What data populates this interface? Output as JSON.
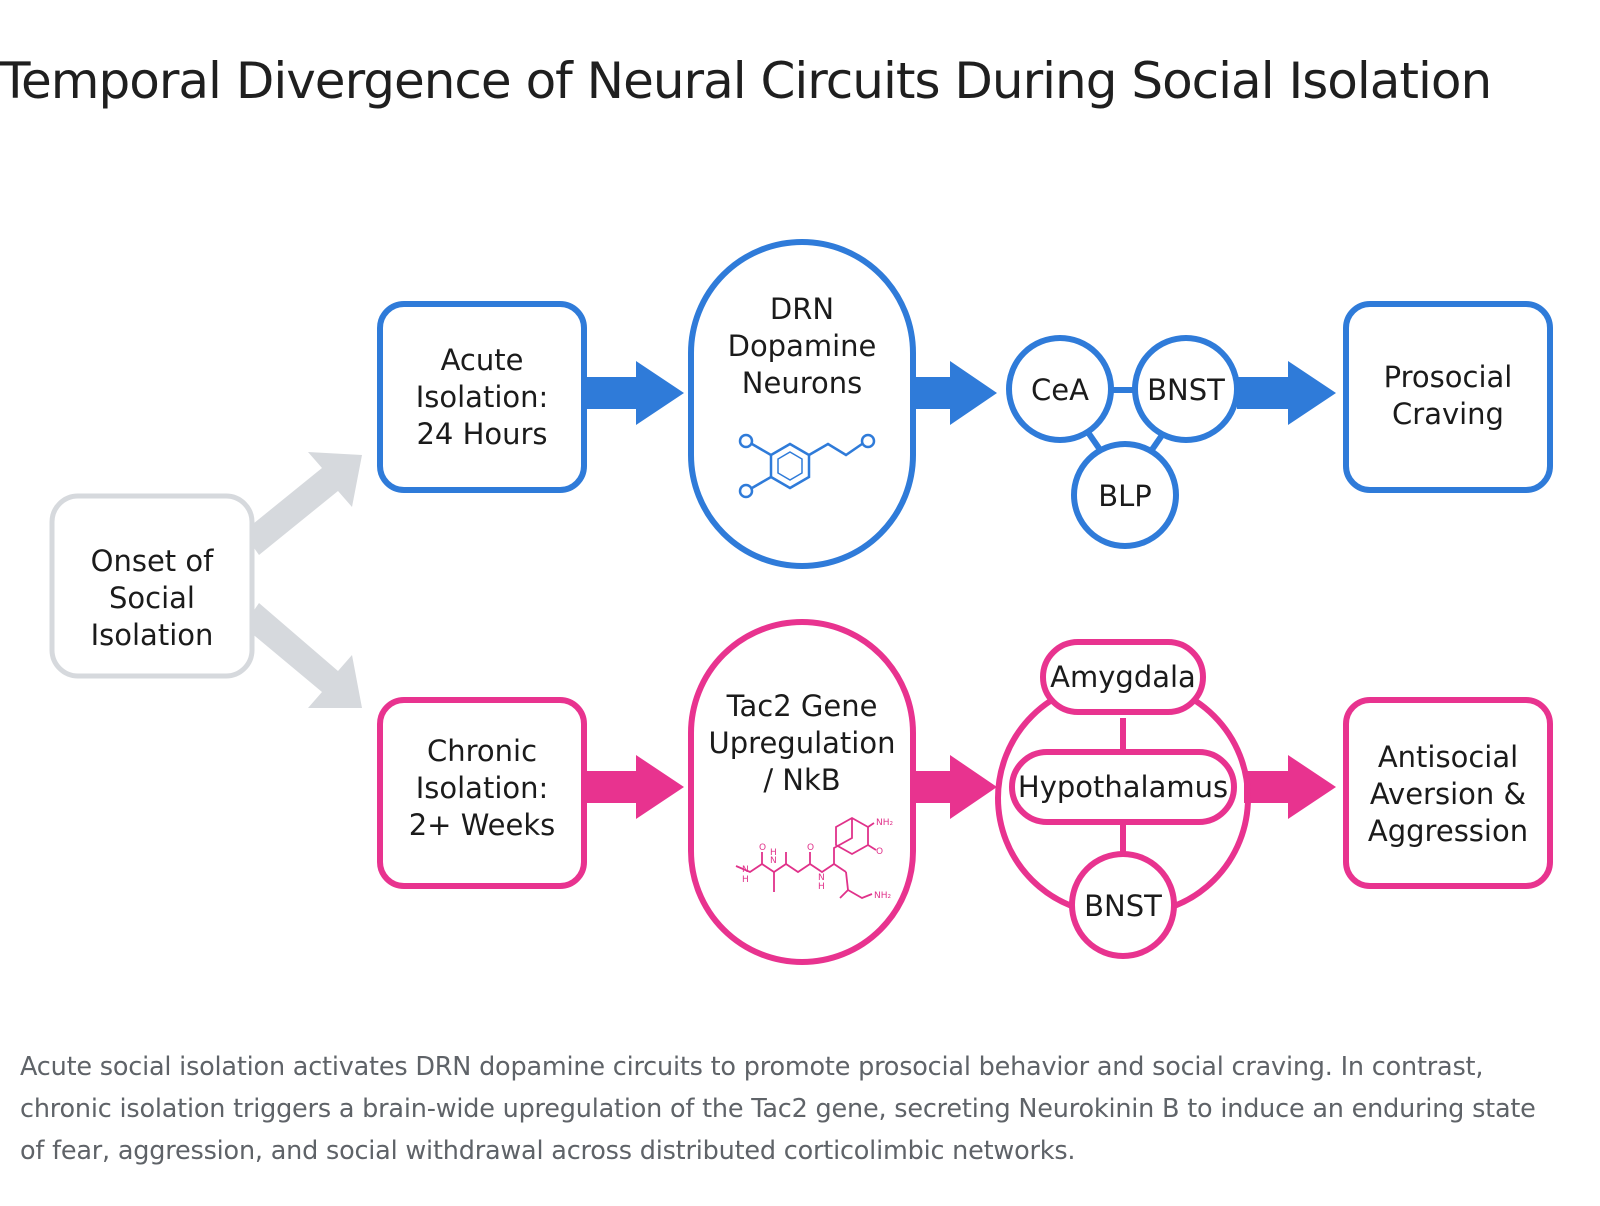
{
  "title": "Temporal Divergence of Neural Circuits During Social Isolation",
  "colors": {
    "acute": "#2f7bd9",
    "chronic": "#e8338f",
    "onset": "#d6d9dd",
    "text": "#1b1b1b",
    "caption": "#5f6368"
  },
  "onset": {
    "lines": [
      "Onset of",
      "Social",
      "Isolation"
    ]
  },
  "acute": {
    "stage": {
      "lines": [
        "Acute",
        "Isolation:",
        "24 Hours"
      ]
    },
    "mechanism": {
      "lines": [
        "DRN",
        "Dopamine",
        "Neurons"
      ],
      "molecule_icon": "dopamine-molecule-icon"
    },
    "regions": {
      "cea": "CeA",
      "bnst": "BNST",
      "blp": "BLP"
    },
    "outcome": {
      "lines": [
        "Prosocial",
        "Craving"
      ]
    }
  },
  "chronic": {
    "stage": {
      "lines": [
        "Chronic",
        "Isolation:",
        "2+ Weeks"
      ]
    },
    "mechanism": {
      "lines": [
        "Tac2 Gene",
        "Upregulation",
        "/ NkB"
      ],
      "molecule_icon": "neurokinin-b-molecule-icon",
      "chem_labels": {
        "nh2_top": "NH₂",
        "nh2_bottom": "NH₂",
        "n1": "N",
        "h1": "H",
        "n2": "N",
        "h2": "H",
        "n3": "N",
        "h3": "H",
        "o1": "O",
        "o2": "O",
        "o3": "O"
      }
    },
    "regions": {
      "amygdala": "Amygdala",
      "hypothalamus": "Hypothalamus",
      "bnst": "BNST"
    },
    "outcome": {
      "lines": [
        "Antisocial",
        "Aversion &",
        "Aggression"
      ]
    }
  },
  "caption": "Acute social isolation activates DRN dopamine circuits to promote prosocial behavior and social craving. In contrast, chronic isolation triggers a brain-wide upregulation of the Tac2 gene, secreting Neurokinin B to induce an enduring state of fear, aggression, and social withdrawal across distributed corticolimbic networks."
}
